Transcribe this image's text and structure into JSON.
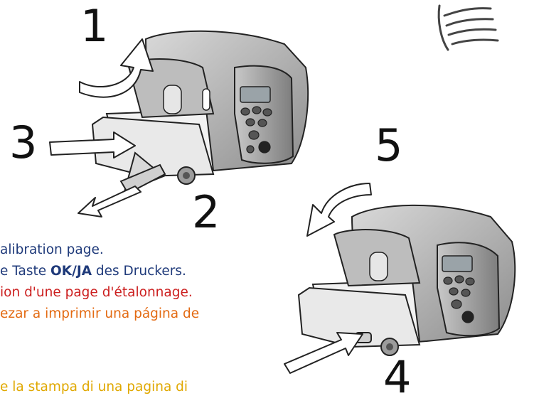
{
  "step_numbers": {
    "n1": "1",
    "n2": "2",
    "n3": "3",
    "n4": "4",
    "n5": "5"
  },
  "instructions": {
    "en": {
      "text": "alibration page.",
      "color": "#1f3a7a"
    },
    "de": {
      "pre": "e Taste ",
      "bold": "OK/JA",
      "post": " des Druckers.",
      "color": "#1f3a7a"
    },
    "fr": {
      "text": "ion d'une page d'étalonnage.",
      "color": "#cc1f1f"
    },
    "es": {
      "text": "ezar a imprimir una página de",
      "color": "#e36a12"
    },
    "it": {
      "text": "e la stampa di una pagina di",
      "color": "#e0a800"
    }
  },
  "icons": [
    "manual-book-icon",
    "printer-illustration",
    "direction-arrow-icon"
  ]
}
